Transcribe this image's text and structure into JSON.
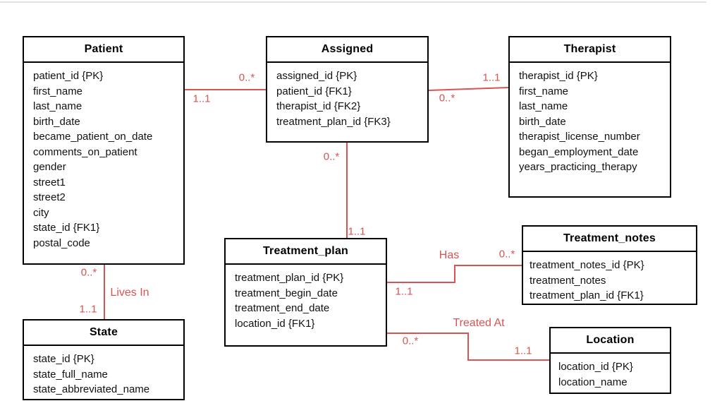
{
  "diagram": {
    "type": "entity-relationship-diagram",
    "background_color": "#ffffff",
    "entity_border_color": "#000000",
    "relation_color": "#d95353"
  },
  "entities": [
    {
      "name": "Patient",
      "fields": [
        "patient_id {PK}",
        "first_name",
        "last_name",
        "birth_date",
        "became_patient_on_date",
        "comments_on_patient",
        "gender",
        "street1",
        "street2",
        "city",
        "state_id {FK1}",
        "postal_code"
      ]
    },
    {
      "name": "Assigned",
      "fields": [
        "assigned_id {PK}",
        "patient_id {FK1}",
        "therapist_id {FK2}",
        "treatment_plan_id {FK3}"
      ]
    },
    {
      "name": "Therapist",
      "fields": [
        "therapist_id {PK}",
        "first_name",
        "last_name",
        "birth_date",
        "therapist_license_number",
        "began_employment_date",
        "years_practicing_therapy"
      ]
    },
    {
      "name": "Treatment_plan",
      "fields": [
        "treatment_plan_id {PK}",
        "treatment_begin_date",
        "treatment_end_date",
        "location_id {FK1}"
      ]
    },
    {
      "name": "Treatment_notes",
      "fields": [
        "treatment_notes_id {PK}",
        "treatment_notes",
        "treatment_plan_id {FK1}"
      ]
    },
    {
      "name": "State",
      "fields": [
        "state_id {PK}",
        "state_full_name",
        "state_abbreviated_name"
      ]
    },
    {
      "name": "Location",
      "fields": [
        "location_id {PK}",
        "location_name"
      ]
    }
  ],
  "relationships": [
    {
      "from": "Patient",
      "to": "Assigned",
      "name": "",
      "from_card": "1..1",
      "to_card": "0..*"
    },
    {
      "from": "Assigned",
      "to": "Therapist",
      "name": "",
      "from_card": "0..*",
      "to_card": "1..1"
    },
    {
      "from": "Assigned",
      "to": "Treatment_plan",
      "name": "",
      "from_card": "0..*",
      "to_card": "1..1"
    },
    {
      "from": "Patient",
      "to": "State",
      "name": "Lives In",
      "from_card": "0..*",
      "to_card": "1..1"
    },
    {
      "from": "Treatment_plan",
      "to": "Treatment_notes",
      "name": "Has",
      "from_card": "1..1",
      "to_card": "0..*"
    },
    {
      "from": "Treatment_plan",
      "to": "Location",
      "name": "Treated At",
      "from_card": "0..*",
      "to_card": "1..1"
    }
  ]
}
